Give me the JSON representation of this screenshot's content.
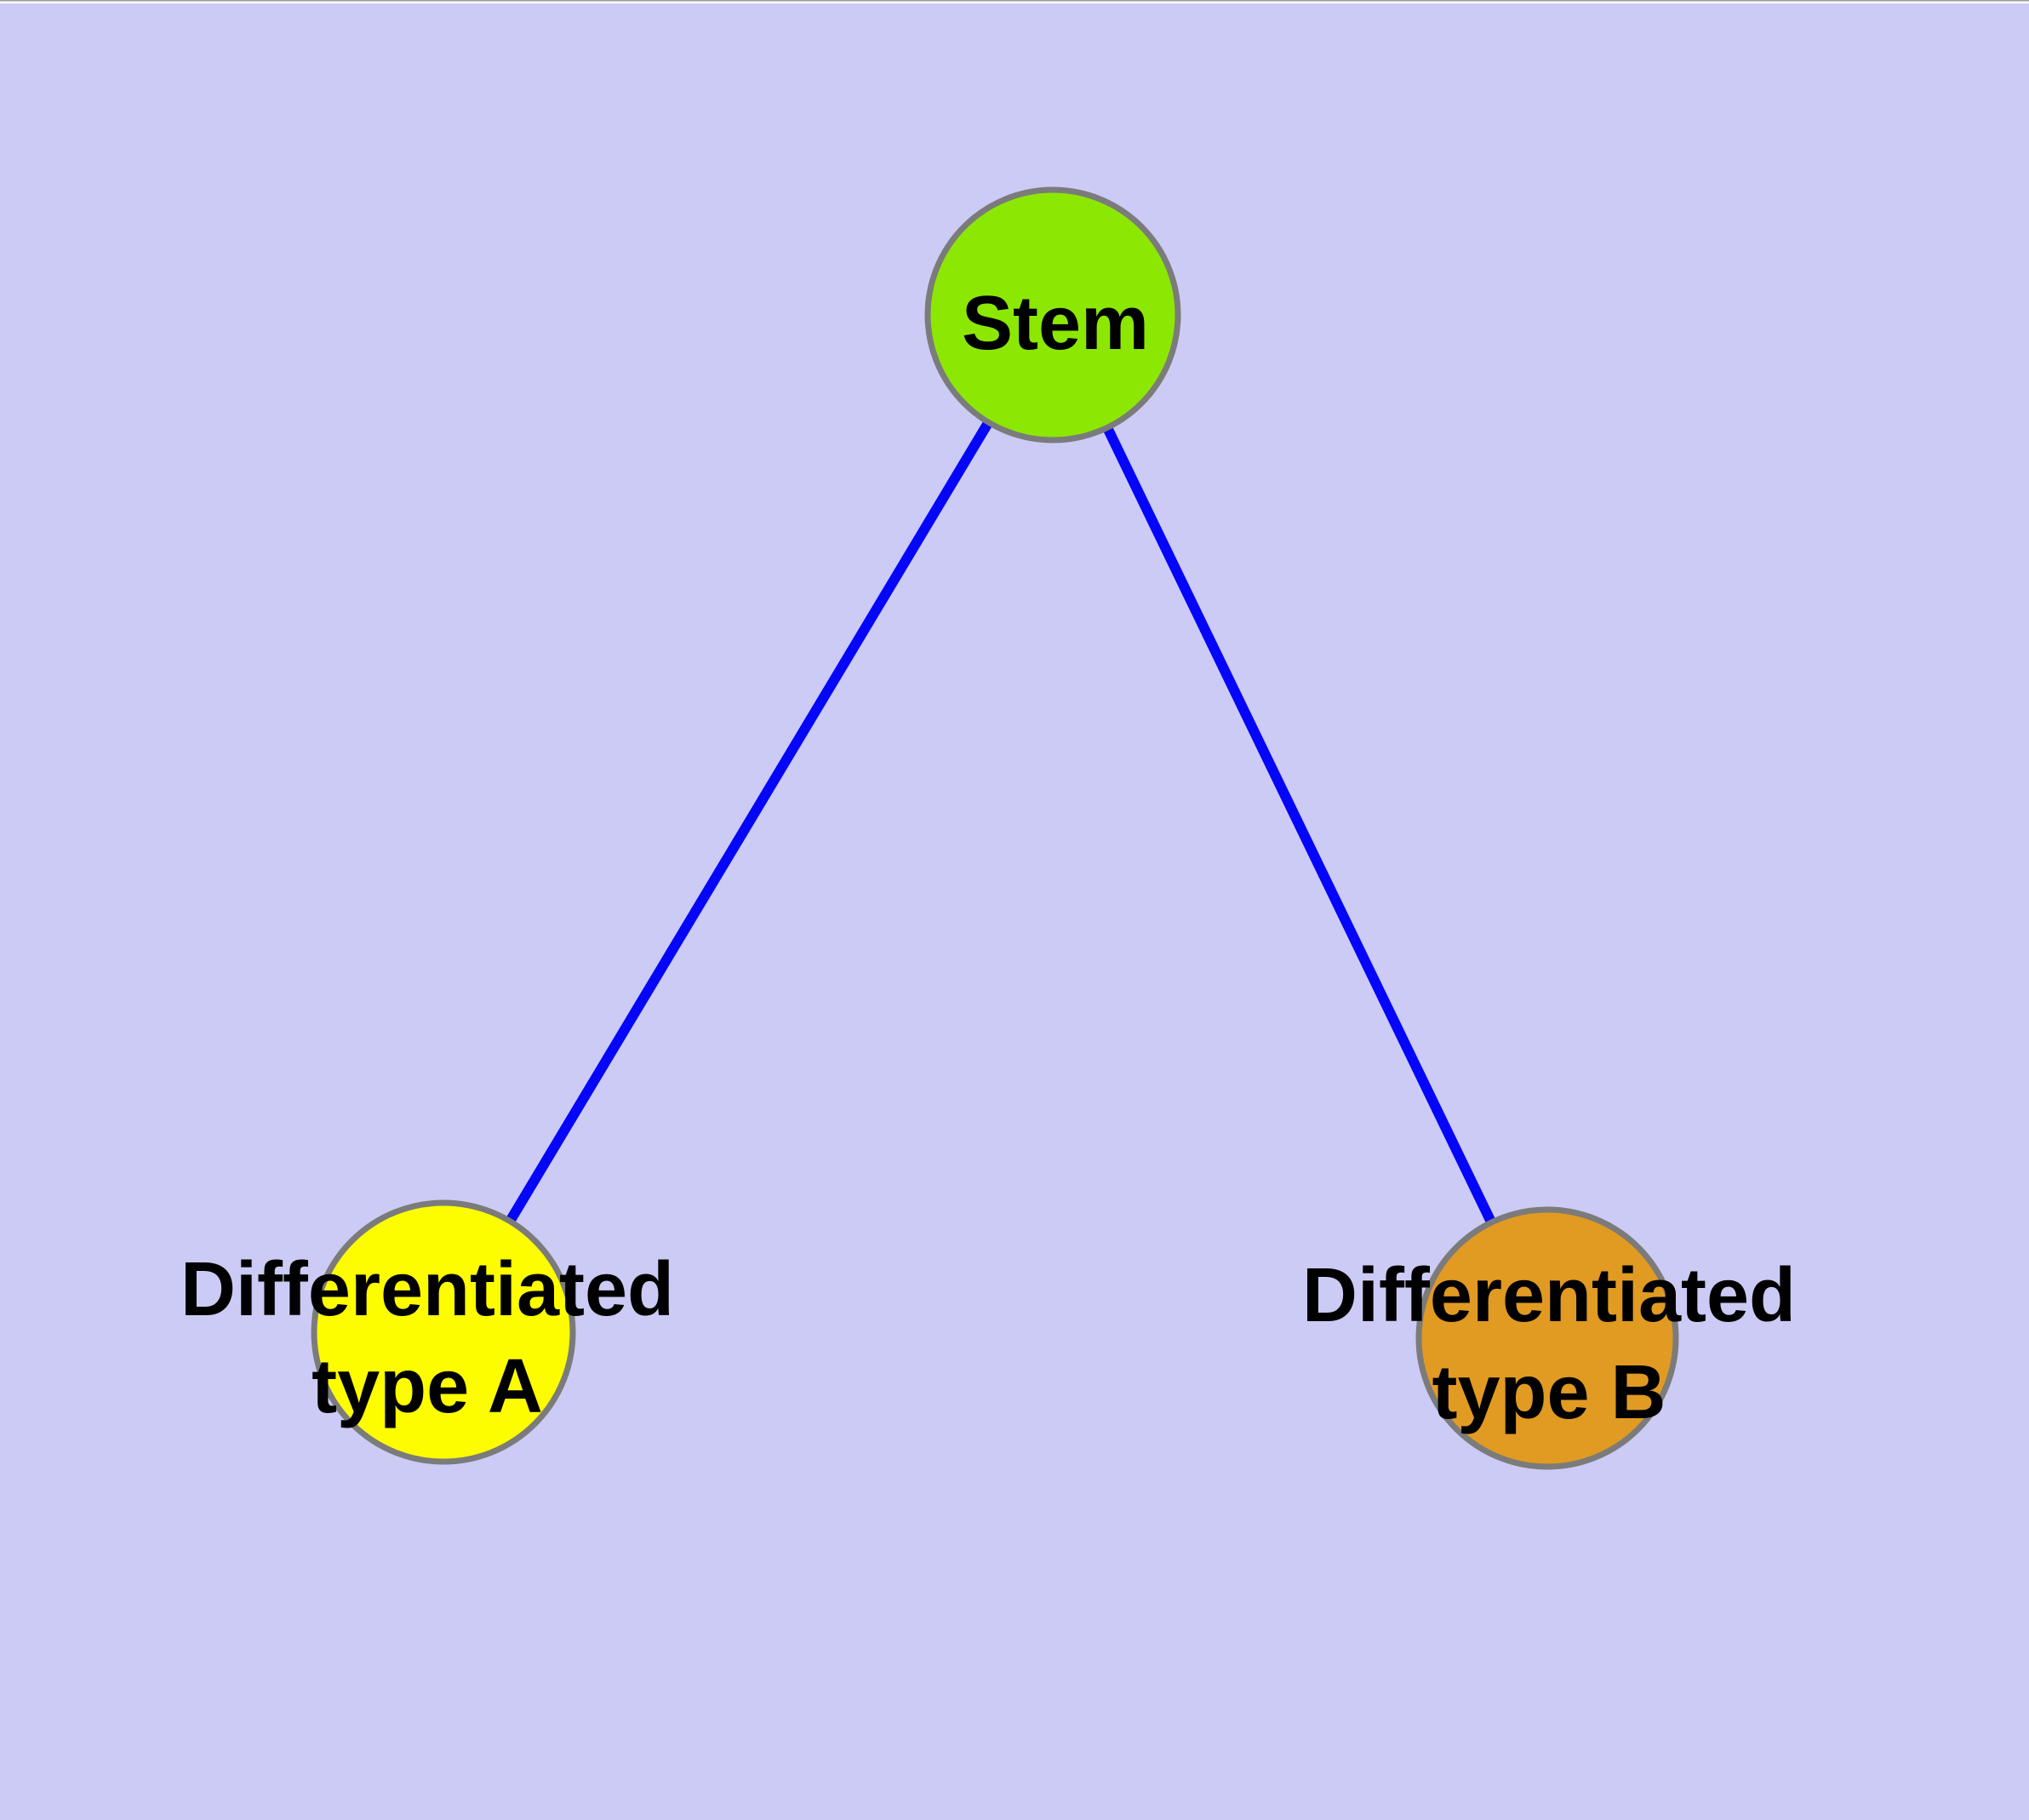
{
  "canvas": {
    "top_hairline_color": "#9A9A9A",
    "top_strip_color": "#FFFFFF",
    "background_color": "#CBCBF5"
  },
  "graph": {
    "text_color": "#000000",
    "node_border_color": "#7B7B7B",
    "edge_color": "#0505FA",
    "nodes": [
      {
        "id": "stem",
        "label": "Stem",
        "fill": "#8CE802"
      },
      {
        "id": "differentiated-type-a",
        "label_line1": "Differentiated",
        "label_line2": "type A",
        "fill": "#FDFD00"
      },
      {
        "id": "differentiated-type-b",
        "label_line1": "Differentiated",
        "label_line2": "type B",
        "fill": "#E19A22"
      }
    ],
    "edges": [
      {
        "from": "stem",
        "to": "differentiated-type-a"
      },
      {
        "from": "stem",
        "to": "differentiated-type-b"
      }
    ]
  }
}
